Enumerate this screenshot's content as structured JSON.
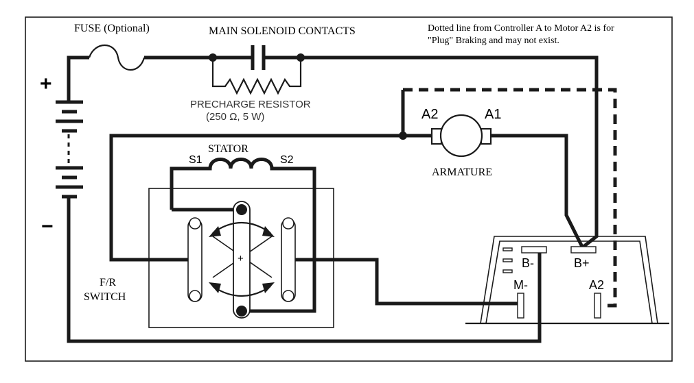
{
  "labels": {
    "fuse": "FUSE (Optional)",
    "main_solenoid": "MAIN SOLENOID CONTACTS",
    "note_line1": "Dotted line from Controller A to Motor A2 is for",
    "note_line2": "\"Plug\" Braking and may not exist.",
    "precharge_line1": "PRECHARGE RESISTOR",
    "precharge_line2": "(250 Ω, 5 W)",
    "stator": "STATOR",
    "s1": "S1",
    "s2": "S2",
    "a2_motor": "A2",
    "a1_motor": "A1",
    "armature": "ARMATURE",
    "fr_line1": "F/R",
    "fr_line2": "SWITCH",
    "plus": "+",
    "minus": "−",
    "switch_plus": "+",
    "b_minus": "B-",
    "b_plus": "B+",
    "m_minus": "M-",
    "a2_controller": "A2"
  }
}
